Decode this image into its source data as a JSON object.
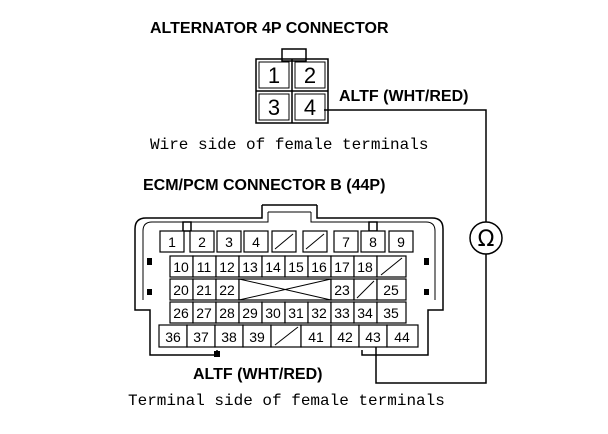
{
  "labels": {
    "alternator_title": "ALTERNATOR 4P CONNECTOR",
    "alternator_wire_label": "ALTF (WHT/RED)",
    "alternator_caption": "Wire side of female terminals",
    "ecm_title": "ECM/PCM CONNECTOR B (44P)",
    "ecm_wire_label": "ALTF (WHT/RED)",
    "ecm_caption": "Terminal side of female terminals"
  },
  "alternator_pins": [
    "1",
    "2",
    "3",
    "4"
  ],
  "ohmmeter_symbol": "Ω",
  "ecm_rows": [
    [
      "1",
      "2",
      "3",
      "4",
      "",
      "",
      "7",
      "8",
      "9"
    ],
    [
      "10",
      "11",
      "12",
      "13",
      "14",
      "15",
      "16",
      "17",
      "18",
      ""
    ],
    [
      "20",
      "21",
      "22",
      "",
      "23",
      "",
      "25"
    ],
    [
      "26",
      "27",
      "28",
      "29",
      "30",
      "31",
      "32",
      "33",
      "34",
      "35"
    ],
    [
      "36",
      "37",
      "38",
      "39",
      "",
      "41",
      "42",
      "43",
      "44"
    ]
  ]
}
